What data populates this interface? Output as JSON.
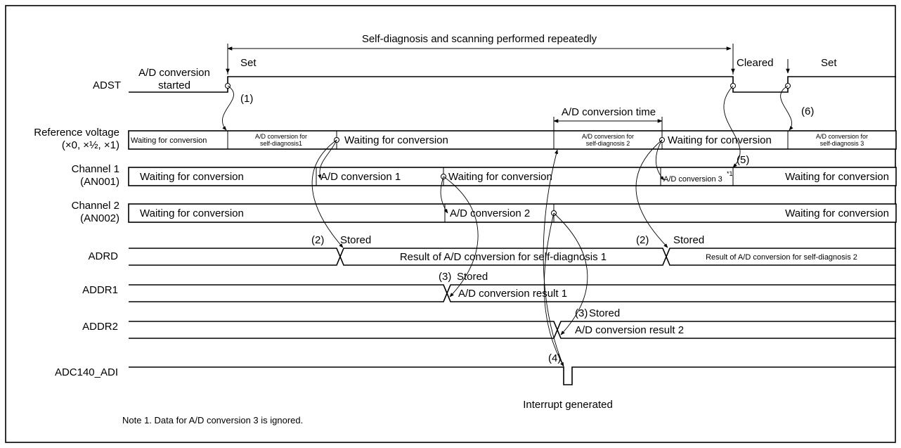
{
  "signals": {
    "adst": "ADST",
    "ref_voltage_1": "Reference voltage",
    "ref_voltage_2": "(×0, ×½, ×1)",
    "ch1_1": "Channel 1",
    "ch1_2": "(AN001)",
    "ch2_1": "Channel 2",
    "ch2_2": "(AN002)",
    "adrd": "ADRD",
    "addr1": "ADDR1",
    "addr2": "ADDR2",
    "adc_int": "ADC140_ADI"
  },
  "top": {
    "repeat_label": "Self-diagnosis and scanning performed repeatedly",
    "set1": "Set",
    "cleared": "Cleared",
    "set2": "Set",
    "started_1": "A/D conversion",
    "started_2": "started",
    "conv_time": "A/D conversion time"
  },
  "ref": {
    "wait1": "Waiting for conversion",
    "diag1_a": "A/D conversion for",
    "diag1_b": "self-diagnosis1",
    "wait2": "Waiting for conversion",
    "diag2_a": "A/D conversion for",
    "diag2_b": "self-diagnosis 2",
    "wait3": "Waiting for conversion",
    "diag3_a": "A/D conversion for",
    "diag3_b": "self-diagnosis 3"
  },
  "ch1": {
    "wait1": "Waiting for conversion",
    "conv1": "A/D conversion 1",
    "wait2": "Waiting for conversion",
    "conv3": "A/D conversion 3",
    "conv3_note": "*1",
    "wait3": "Waiting for conversion"
  },
  "ch2": {
    "wait1": "Waiting for conversion",
    "conv2": "A/D conversion 2",
    "wait2": "Waiting for conversion"
  },
  "adrd": {
    "stored1": "Stored",
    "result1": "Result of A/D conversion for self-diagnosis 1",
    "stored2": "Stored",
    "result2": "Result of A/D conversion for self-diagnosis 2"
  },
  "addr1": {
    "stored": "Stored",
    "result": "A/D conversion result 1"
  },
  "addr2": {
    "stored": "Stored",
    "result": "A/D conversion result 2"
  },
  "interrupt": "Interrupt generated",
  "markers": {
    "m1": "(1)",
    "m2a": "(2)",
    "m2b": "(2)",
    "m3a": "(3)",
    "m3b": "(3)",
    "m4": "(4)",
    "m5": "(5)",
    "m6": "(6)"
  },
  "note": "Note 1.   Data for A/D conversion 3 is ignored."
}
